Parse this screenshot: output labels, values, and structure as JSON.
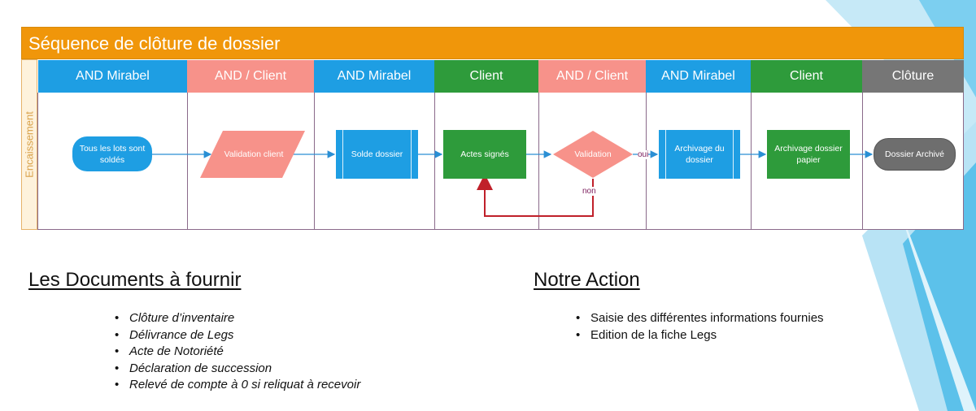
{
  "diagram": {
    "title": "Séquence de clôture de dossier",
    "side_label": "Encaissement",
    "lanes": [
      {
        "label": "AND Mirabel",
        "color": "#1e9ee3"
      },
      {
        "label": "AND / Client",
        "color": "#f7928a"
      },
      {
        "label": "AND Mirabel",
        "color": "#1e9ee3"
      },
      {
        "label": "Client",
        "color": "#2e9b3b"
      },
      {
        "label": "AND / Client",
        "color": "#f7928a"
      },
      {
        "label": "AND Mirabel",
        "color": "#1e9ee3"
      },
      {
        "label": "Client",
        "color": "#2e9b3b"
      },
      {
        "label": "Clôture",
        "color": "#767676"
      }
    ],
    "nodes": {
      "start": "Tous les lots sont soldés",
      "validation_client": "Validation client",
      "solde": "Solde dossier",
      "actes": "Actes signés",
      "validation": "Validation",
      "archivage": "Archivage du dossier",
      "archivage_papier": "Archivage dossier papier",
      "end": "Dossier Archivé"
    },
    "edge_labels": {
      "yes": "oui",
      "no": "non"
    },
    "colors": {
      "title_bar": "#f0960a",
      "arrow": "#2a8fd4",
      "loop_arrow": "#c0202a"
    }
  },
  "documents": {
    "heading": "Les Documents à fournir",
    "items": [
      "Clôture d’inventaire",
      "Délivrance de Legs",
      "Acte de Notoriété",
      "Déclaration de succession",
      "Relevé de compte à 0 si reliquat à recevoir"
    ]
  },
  "action": {
    "heading": "Notre Action",
    "items": [
      "Saisie des différentes informations fournies",
      "Edition de la fiche Legs"
    ]
  }
}
